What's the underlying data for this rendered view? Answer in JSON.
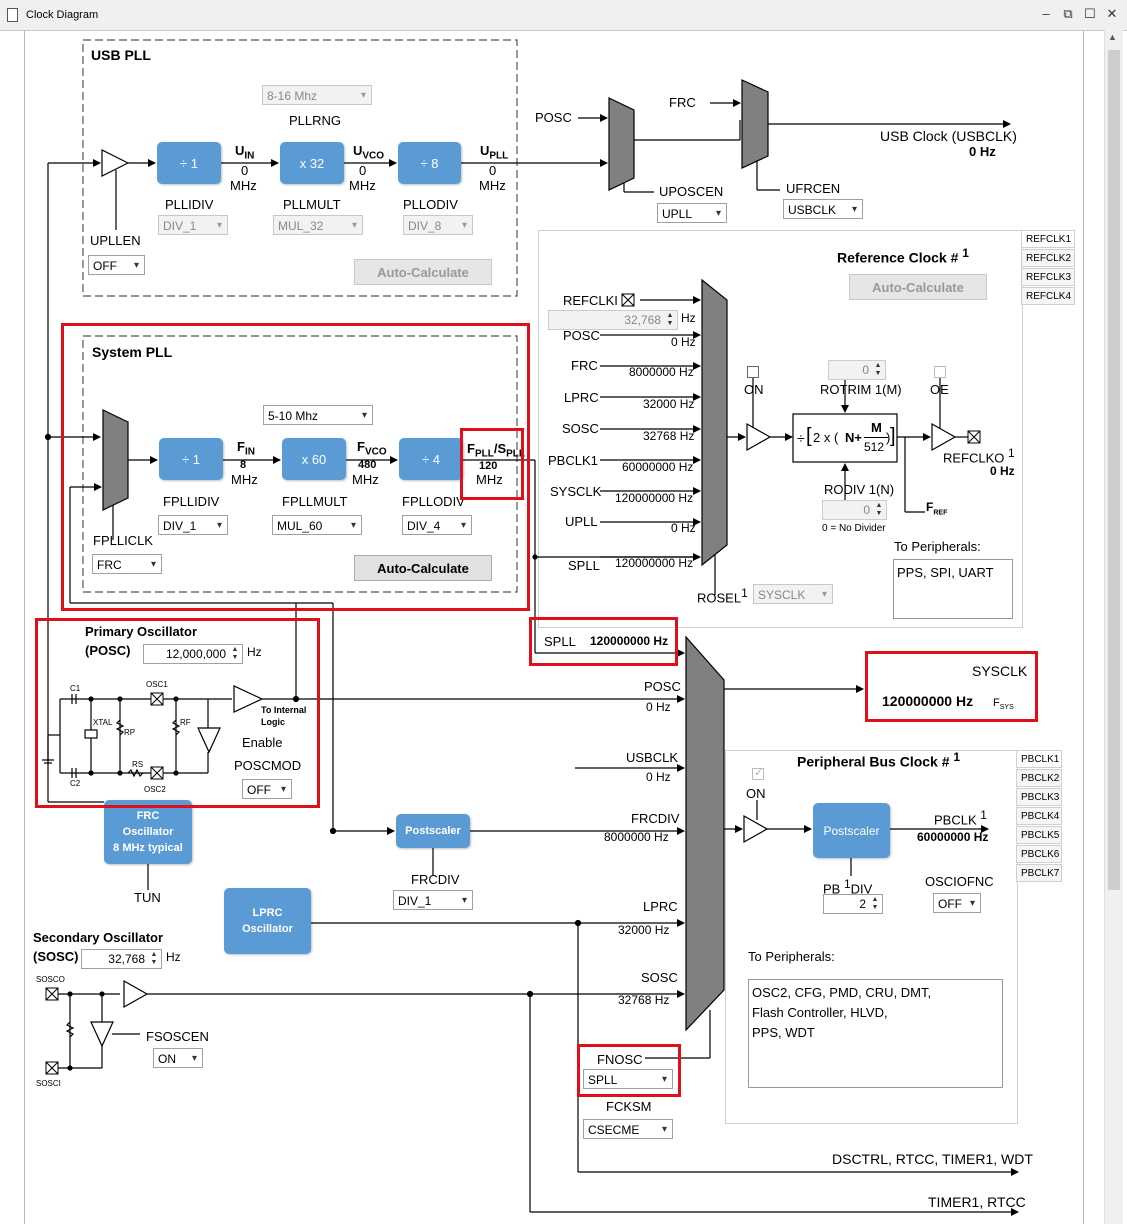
{
  "window": {
    "title": "Clock Diagram"
  },
  "usb_pll": {
    "title": "USB PLL",
    "pllrng_label": "PLLRNG",
    "pllrng_value": "8-16 Mhz",
    "plliiv_block": "÷ 1",
    "pllmult_block": "x  32",
    "pllodiv_block": "÷  8",
    "uin_label": "U",
    "uin_sub": "IN",
    "uin_value": "0",
    "uin_unit": "MHz",
    "uvco_label": "U",
    "uvco_sub": "VCO",
    "uvco_value": "0",
    "uvco_unit": "MHz",
    "upll_label": "U",
    "upll_sub": "PLL",
    "upll_value": "0",
    "upll_unit": "MHz",
    "pllidiv_label": "PLLIDIV",
    "pllidiv_value": "DIV_1",
    "pllmult_label": "PLLMULT",
    "pllmult_value": "MUL_32",
    "pllodiv_label": "PLLODIV",
    "pllodiv_value": "DIV_8",
    "upllen_label": "UPLLEN",
    "upllen_value": "OFF",
    "autocalc": "Auto-Calculate"
  },
  "usb_mux": {
    "posc_label": "POSC",
    "frc_label": "FRC",
    "uposcen_label": "UPOSCEN",
    "uposcen_value": "UPLL",
    "ufrcen_label": "UFRCEN",
    "ufrcen_value": "USBCLK",
    "usbclk_label": "USB Clock (USBCLK)",
    "usbclk_value": "0 Hz"
  },
  "system_pll": {
    "title": "System PLL",
    "range_value": "5-10 Mhz",
    "fplliiv_block": "÷  1",
    "fpllmult_block": "x  60",
    "fpllodiv_block": "÷  4",
    "fin_label": "F",
    "fin_sub": "IN",
    "fin_value": "8",
    "fin_unit": "MHz",
    "fvco_label": "F",
    "fvco_sub": "VCO",
    "fvco_value": "480",
    "fvco_unit": "MHz",
    "fpll_label": "F",
    "fpll_sub": "PLL",
    "fpll_sep": "/S",
    "spll_sub": "PLL",
    "fpll_value": "120",
    "fpll_unit": "MHz",
    "fpllidiv_label": "FPLLIDIV",
    "fpllidiv_value": "DIV_1",
    "fpllmult_label": "FPLLMULT",
    "fpllmult_value": "MUL_60",
    "fpllodiv_label": "FPLLODIV",
    "fpllodiv_value": "DIV_4",
    "fpllicl_label": "FPLLICLK",
    "fpllicl_value": "FRC",
    "autocalc": "Auto-Calculate"
  },
  "refclk": {
    "title": "Reference Clock #",
    "sup": "1",
    "autocalc": "Auto-Calculate",
    "tabs": [
      "REFCLK1",
      "REFCLK2",
      "REFCLK3",
      "REFCLK4"
    ],
    "inputs": [
      {
        "label": "REFCLKI",
        "value": "32,768",
        "unit": "Hz"
      },
      {
        "label": "POSC",
        "value": "0 Hz"
      },
      {
        "label": "FRC",
        "value": "8000000 Hz"
      },
      {
        "label": "LPRC",
        "value": "32000 Hz"
      },
      {
        "label": "SOSC",
        "value": "32768 Hz"
      },
      {
        "label": "PBCLK1",
        "value": "60000000 Hz"
      },
      {
        "label": "SYSCLK",
        "value": "120000000 Hz"
      },
      {
        "label": "UPLL",
        "value": "0 Hz"
      },
      {
        "label": "SPLL",
        "value": "120000000 Hz"
      }
    ],
    "on_label": "ON",
    "rotrim_label": "ROTRIM",
    "rotrim_sup": "1(M)",
    "rotrim_value": "0",
    "rodiv_label": "RODIV",
    "rodiv_sup": "1(N)",
    "rodiv_value": "0",
    "rodiv_note": "0 = No Divider",
    "formula_div": "÷",
    "formula_a": "2 x (",
    "formula_n": "N+",
    "formula_m": "M",
    "formula_512": "512",
    "formula_close": ")",
    "oe_label": "OE",
    "refclko_label": "REFCLKO",
    "refclko_sup": "1",
    "refclko_value": "0 Hz",
    "fref_label": "F",
    "fref_sub": "REF",
    "rosel_label": "ROSEL",
    "rosel_sup": "1",
    "rosel_value": "SYSCLK",
    "to_periph_label": "To Peripherals:",
    "periph_text": "PPS, SPI, UART"
  },
  "posc": {
    "title": "Primary Oscillator",
    "subtitle": "(POSC)",
    "freq": "12,000,000",
    "unit": "Hz",
    "c1": "C1",
    "c2": "C2",
    "osc1": "OSC1",
    "osc2": "OSC2",
    "xtal": "XTAL",
    "rp": "RP",
    "rf": "RF",
    "rs": "RS",
    "to_internal": "To Internal",
    "logic": "Logic",
    "enable": "Enable",
    "poscmod_label": "POSCMOD",
    "poscmod_value": "OFF"
  },
  "frc": {
    "line1": "FRC",
    "line2": "Oscillator",
    "line3": "8 MHz typical",
    "tun_label": "TUN"
  },
  "postscaler": {
    "label": "Postscaler",
    "frcdiv_label": "FRCDIV",
    "frcdiv_value": "DIV_1"
  },
  "lprc": {
    "line1": "LPRC",
    "line2": "Oscillator"
  },
  "sosc": {
    "title": "Secondary Oscillator",
    "subtitle": "(SOSC)",
    "freq": "32,768",
    "unit": "Hz",
    "sosco": "SOSCO",
    "sosci": "SOSCI",
    "fsoscen_label": "FSOSCEN",
    "fsoscen_value": "ON"
  },
  "main_mux": {
    "spll_label": "SPLL",
    "spll_value": "120000000 Hz",
    "posc_label": "POSC",
    "posc_value": "0 Hz",
    "usbclk_label": "USBCLK",
    "usbclk_value": "0 Hz",
    "frcdiv_label": "FRCDIV",
    "frcdiv_value": "8000000 Hz",
    "lprc_label": "LPRC",
    "lprc_value": "32000 Hz",
    "sosc_label": "SOSC",
    "sosc_value": "32768 Hz",
    "fnosc_label": "FNOSC",
    "fnosc_value": "SPLL",
    "fcksm_label": "FCKSM",
    "fcksm_value": "CSECME"
  },
  "sysclk": {
    "label": "SYSCLK",
    "value": "120000000 Hz",
    "fsys": "F",
    "fsys_sub": "SYS"
  },
  "pbclk": {
    "title": "Peripheral Bus Clock #",
    "sup": "1",
    "tabs": [
      "PBCLK1",
      "PBCLK2",
      "PBCLK3",
      "PBCLK4",
      "PBCLK5",
      "PBCLK6",
      "PBCLK7"
    ],
    "on_label": "ON",
    "postscaler": "Postscaler",
    "pbclk_label": "PBCLK",
    "pbclk_sup": "1",
    "pbclk_value": "60000000 Hz",
    "pbdiv_label": "PB",
    "pbdiv_sup": "1",
    "pbdiv_tail": "DIV",
    "pbdiv_value": "2",
    "osciofnc_label": "OSCIOFNC",
    "osciofnc_value": "OFF",
    "to_periph_label": "To Peripherals:",
    "periph_lines": [
      "OSC2, CFG, PMD, CRU, DMT,",
      "Flash Controller, HLVD,",
      "PPS, WDT"
    ]
  },
  "outputs": {
    "line1": "DSCTRL, RTCC, TIMER1, WDT",
    "line2": "TIMER1, RTCC"
  }
}
